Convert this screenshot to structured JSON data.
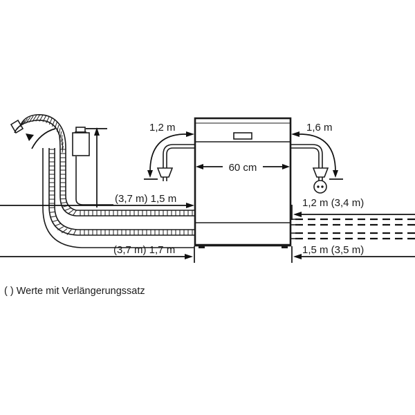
{
  "diagram": {
    "title": "Dishwasher installation dimensions diagram",
    "type": "technical-installation-drawing",
    "background_color": "#ffffff",
    "line_color": "#1a1a1a",
    "appliance": {
      "name": "dishwasher",
      "width_label": "60 cm"
    },
    "labels": {
      "power_cord_left": "1,2 m",
      "power_cord_right": "1,6 m",
      "drain_hose_upper": "(3,7 m) 1,5 m",
      "drain_hose_lower": "(3,7 m) 1,7 m",
      "supply_hose_upper_right": "1,2 m (3,4 m)",
      "supply_hose_lower_right": "1,5 m (3,5 m)",
      "width": "60 cm"
    },
    "caption": "( ) Werte mit Verlängerungssatz",
    "icons": {
      "plug_left": "power-plug-icon",
      "plug_right": "power-plug-icon",
      "socket_right": "wall-socket-icon",
      "aquastop": "aquastop-valve-icon",
      "hose_end": "hose-end-icon",
      "rotation_arrow": "rotation-arrow-icon"
    }
  }
}
